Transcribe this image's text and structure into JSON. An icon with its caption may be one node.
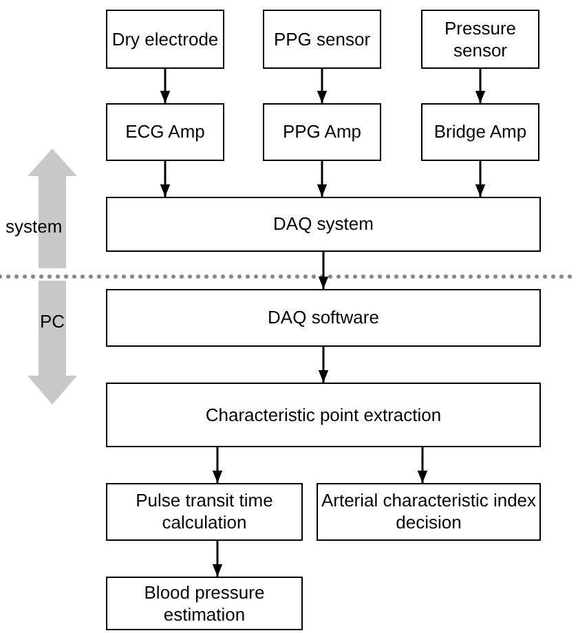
{
  "diagram": {
    "nodes": [
      {
        "text": [
          "Dry electrode"
        ]
      },
      {
        "text": [
          "PPG sensor"
        ]
      },
      {
        "text": [
          "Pressure sensor"
        ]
      },
      {
        "text": [
          "ECG Amp"
        ]
      },
      {
        "text": [
          "PPG Amp"
        ]
      },
      {
        "text": [
          "Bridge Amp"
        ]
      },
      {
        "text": [
          "DAQ system"
        ]
      },
      {
        "text": [
          "DAQ software"
        ]
      },
      {
        "text": [
          "Characteristic point extraction"
        ]
      },
      {
        "text": [
          "Pulse transit time calculation"
        ]
      },
      {
        "text": [
          "Arterial characteristic index decision"
        ]
      },
      {
        "text": [
          "Blood pressure estimation"
        ]
      }
    ],
    "edges": [
      {
        "from": 0,
        "to": 3,
        "arrow": "to"
      },
      {
        "from": 1,
        "to": 4,
        "arrow": "to"
      },
      {
        "from": 2,
        "to": 5,
        "arrow": "to"
      },
      {
        "from": 3,
        "to": 6,
        "arrow": "to"
      },
      {
        "from": 4,
        "to": 6,
        "arrow": "to"
      },
      {
        "from": 5,
        "to": 6,
        "arrow": "to"
      },
      {
        "from": 6,
        "to": 7,
        "arrow": "to"
      },
      {
        "from": 7,
        "to": 8,
        "arrow": "to"
      },
      {
        "from": 8,
        "to": 9,
        "arrow": "to"
      },
      {
        "from": 8,
        "to": 10,
        "arrow": "to"
      },
      {
        "from": 9,
        "to": 11,
        "arrow": "to"
      }
    ],
    "labels": [
      "system",
      "PC"
    ]
  }
}
